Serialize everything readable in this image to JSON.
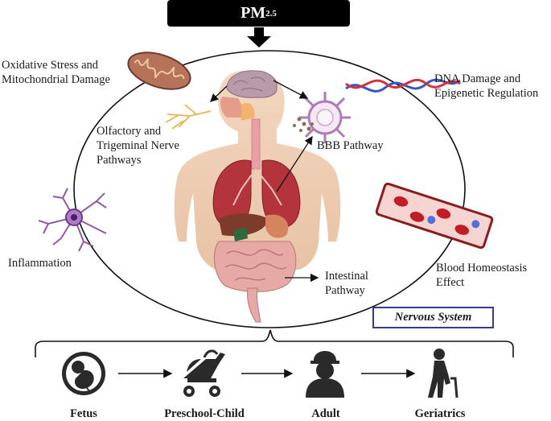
{
  "title": {
    "main": "PM",
    "sub": "2.5"
  },
  "labels": {
    "oxidative": "Oxidative Stress and\nMitochondrial Damage",
    "olfactory": "Olfactory and\nTrigeminal Nerve\nPathways",
    "dna": "DNA Damage and\nEpigenetic Regulation",
    "bbb": "BBB Pathway",
    "inflammation": "Inflammation",
    "blood": "Blood Homeostasis\nEffect",
    "intestinal": "Intestinal\nPathway"
  },
  "nervous_system": "Nervous System",
  "stages": [
    "Fetus",
    "Preschool-Child",
    "Adult",
    "Geriatrics"
  ]
}
